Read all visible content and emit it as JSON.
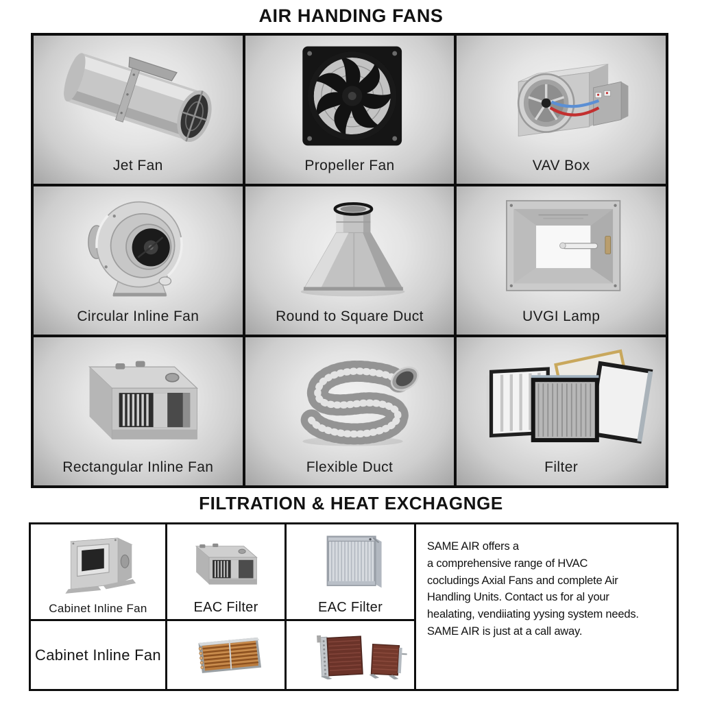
{
  "titles": {
    "air_handling": "AIR HANDING FANS",
    "filtration": "FILTRATION & HEAT EXCHAGNGE"
  },
  "air": {
    "cells": [
      {
        "label": "Jet Fan",
        "image": "jet-fan"
      },
      {
        "label": "Propeller Fan",
        "image": "propeller-fan"
      },
      {
        "label": "VAV Box",
        "image": "vav-box"
      },
      {
        "label": "Circular Inline Fan",
        "image": "circular-inline-fan"
      },
      {
        "label": "Round to Square Duct",
        "image": "round-to-square-duct"
      },
      {
        "label": "UVGI Lamp",
        "image": "uvgi-lamp"
      },
      {
        "label": "Rectangular Inline Fan",
        "image": "rectangular-inline-fan"
      },
      {
        "label": "Flexible Duct",
        "image": "flexible-duct"
      },
      {
        "label": "Filter",
        "image": "filter-panels"
      }
    ]
  },
  "bottom": {
    "cabinet_image_label": "Cabinet Inline Fan",
    "eac_filter_label_1": "EAC Filter",
    "eac_filter_label_2": "EAC Filter",
    "cabinet_text": "Cabinet Inline Fan"
  },
  "about": {
    "lines": [
      "SAME AIR offers a",
      "a comprehensive range of  HVAC",
      "cocludings Axial Fans and complete Air",
      "Handling Units. Contact us for al your",
      "healating, vendiiating yysing system needs.",
      "SAME AIR is just at a call away."
    ]
  },
  "colors": {
    "grid_border": "#0e0e0e",
    "silver": "#c9c9c9",
    "copper_coil": "#b97a3c",
    "dark_coil": "#6b3329",
    "wire_red": "#c23030",
    "wire_blue": "#5b8fd4"
  }
}
